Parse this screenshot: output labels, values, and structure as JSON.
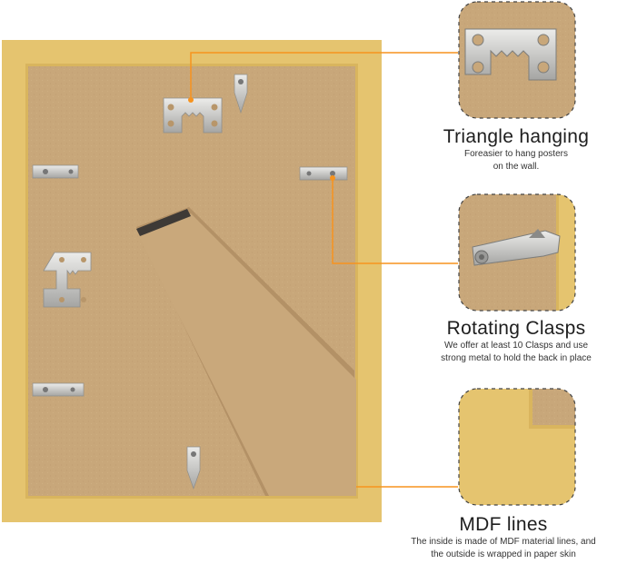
{
  "colors": {
    "frame": "#e5c46f",
    "frame_shadow": "#d9b55e",
    "backboard": "#c8a77a",
    "backboard_dark": "#b8966a",
    "stand": "#c9a87b",
    "metal": "#d4d4d2",
    "metal_shadow": "#9a9a98",
    "callout_line": "#f7931e",
    "dash_border": "#444444"
  },
  "icons": [
    "sawtooth-hanger-icon",
    "rotating-clasp-icon",
    "easel-stand-icon"
  ],
  "features": [
    {
      "title": "Triangle hanging",
      "desc_lines": [
        "Foreasier to hang posters",
        "on the wall."
      ]
    },
    {
      "title": "Rotating Clasps",
      "desc_lines": [
        "We offer at least 10 Clasps and use",
        "strong metal to hold the back in place"
      ]
    },
    {
      "title": "MDF lines",
      "desc_lines": [
        "The inside is made of MDF material lines, and",
        "the outside is wrapped in paper skin"
      ]
    }
  ]
}
